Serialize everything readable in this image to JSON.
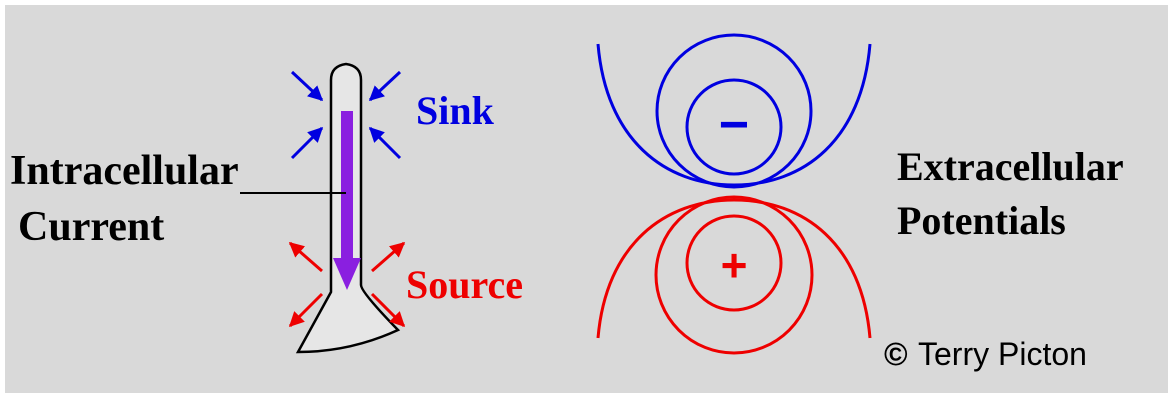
{
  "labels": {
    "sink": "Sink",
    "source": "Source",
    "intracellular_line1": "Intracellular",
    "intracellular_line2": "Current",
    "extracellular_line1": "Extracellular",
    "extracellular_line2": "Potentials",
    "minus": "−",
    "plus": "+",
    "copyright_symbol": "©",
    "copyright": "Terry Picton"
  },
  "colors": {
    "background": "#d9d9d9",
    "cell_fill": "#e6e6e6",
    "outline": "#000000",
    "sink": "#0000e0",
    "source": "#ee0000",
    "current": "#8a1fe0"
  }
}
